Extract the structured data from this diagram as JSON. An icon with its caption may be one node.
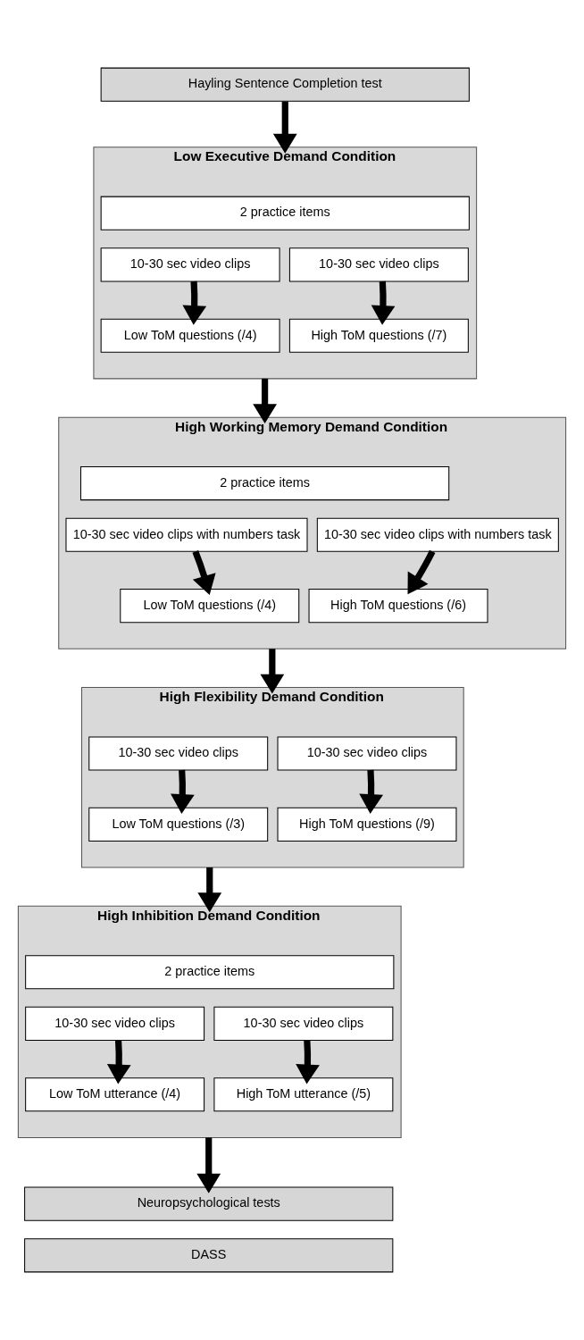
{
  "diagram": {
    "nodes": [
      {
        "text": [
          "Hayling Sentence Completion test"
        ]
      },
      {
        "text": [
          "Low Executive Demand Condition"
        ]
      },
      {
        "text": [
          "2 practice items"
        ],
        "in": 1
      },
      {
        "text": [
          "10-30 sec video clips"
        ],
        "in": 1
      },
      {
        "text": [
          "10-30 sec video clips"
        ],
        "in": 1
      },
      {
        "text": [
          "Low ToM questions (/4)"
        ],
        "in": 1
      },
      {
        "text": [
          "High ToM questions (/7)"
        ],
        "in": 1
      },
      {
        "text": [
          "High Working Memory Demand Condition"
        ]
      },
      {
        "text": [
          "2 practice items"
        ],
        "in": 7
      },
      {
        "text": [
          "10-30 sec video clips with numbers task"
        ],
        "in": 7
      },
      {
        "text": [
          "10-30 sec video clips with numbers task"
        ],
        "in": 7
      },
      {
        "text": [
          "Low ToM questions (/4)"
        ],
        "in": 7
      },
      {
        "text": [
          "High ToM questions (/6)"
        ],
        "in": 7
      },
      {
        "text": [
          "High Flexibility Demand Condition"
        ]
      },
      {
        "text": [
          "10-30 sec video clips"
        ],
        "in": 13
      },
      {
        "text": [
          "10-30 sec video clips"
        ],
        "in": 13
      },
      {
        "text": [
          "Low ToM questions (/3)"
        ],
        "in": 13
      },
      {
        "text": [
          "High ToM questions (/9)"
        ],
        "in": 13
      },
      {
        "text": [
          "High Inhibition Demand Condition"
        ]
      },
      {
        "text": [
          "2 practice items"
        ],
        "in": 18
      },
      {
        "text": [
          "10-30 sec video clips"
        ],
        "in": 18
      },
      {
        "text": [
          "10-30 sec video clips"
        ],
        "in": 18
      },
      {
        "text": [
          "Low ToM utterance (/4)"
        ],
        "in": 18
      },
      {
        "text": [
          "High ToM utterance (/5)"
        ],
        "in": 18
      },
      {
        "text": [
          "Neuropsychological tests"
        ]
      },
      {
        "text": [
          "DASS"
        ]
      }
    ],
    "edges": [
      {
        "from": 0,
        "to": 1,
        "arrow": "to"
      },
      {
        "from": 3,
        "to": 5,
        "arrow": "to"
      },
      {
        "from": 4,
        "to": 6,
        "arrow": "to"
      },
      {
        "from": 1,
        "to": 7,
        "arrow": "to"
      },
      {
        "from": 9,
        "to": 11,
        "arrow": "to"
      },
      {
        "from": 10,
        "to": 12,
        "arrow": "to"
      },
      {
        "from": 7,
        "to": 13,
        "arrow": "to"
      },
      {
        "from": 14,
        "to": 16,
        "arrow": "to"
      },
      {
        "from": 15,
        "to": 17,
        "arrow": "to"
      },
      {
        "from": 13,
        "to": 18,
        "arrow": "to"
      },
      {
        "from": 20,
        "to": 22,
        "arrow": "to"
      },
      {
        "from": 21,
        "to": 23,
        "arrow": "to"
      },
      {
        "from": 18,
        "to": 24,
        "arrow": "to"
      }
    ]
  }
}
